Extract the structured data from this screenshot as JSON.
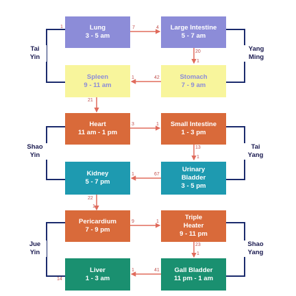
{
  "organs": {
    "lung": {
      "name": "Lung",
      "time": "3 - 5 am",
      "color": "#8c8cd8",
      "text": "#ffffff"
    },
    "large": {
      "name": "Large Intestine",
      "time": "5 - 7 am",
      "color": "#8c8cd8",
      "text": "#ffffff"
    },
    "spleen": {
      "name": "Spleen",
      "time": "9 - 11 am",
      "color": "#f8f59c",
      "text": "#8c8cd8"
    },
    "stomach": {
      "name": "Stomach",
      "time": "7 - 9 am",
      "color": "#f8f59c",
      "text": "#8c8cd8"
    },
    "heart": {
      "name": "Heart",
      "time": "11 am - 1 pm",
      "color": "#d96a3a",
      "text": "#ffffff"
    },
    "small": {
      "name": "Small Intestine",
      "time": "1 - 3 pm",
      "color": "#d96a3a",
      "text": "#ffffff"
    },
    "kidney": {
      "name": "Kidney",
      "time": "5 - 7 pm",
      "color": "#1e9ab0",
      "text": "#ffffff"
    },
    "urinary": {
      "name": "Urinary Bladder",
      "time": "3 - 5 pm",
      "color": "#1e9ab0",
      "text": "#ffffff"
    },
    "pericardium": {
      "name": "Pericardium",
      "time": "7 - 9 pm",
      "color": "#d96a3a",
      "text": "#ffffff"
    },
    "triple": {
      "name": "Triple Heater",
      "time": "9 - 11 pm",
      "color": "#d96a3a",
      "text": "#ffffff"
    },
    "liver": {
      "name": "Liver",
      "time": "1 - 3 am",
      "color": "#1a9070",
      "text": "#ffffff"
    },
    "gall": {
      "name": "Gall Bladder",
      "time": "11 pm - 1 am",
      "color": "#1a9070",
      "text": "#ffffff"
    }
  },
  "sides": {
    "tai_yin": "Tai Yin",
    "yang_ming": "Yang Ming",
    "shao_yin": "Shao Yin",
    "tai_yang": "Tai Yang",
    "jue_yin": "Jue Yin",
    "shao_yang": "Shao Yang"
  },
  "numbers": {
    "n1a": "1",
    "n7": "7",
    "n4": "4",
    "n20": "20",
    "n1b": "1",
    "n42": "42",
    "n1c": "1",
    "n21": "21",
    "n3": "3",
    "n1d": "1",
    "n13": "13",
    "n1e": "1",
    "n67": "67",
    "n1f": "1",
    "n22a": "22",
    "n1g": "1",
    "n9": "9",
    "n1h": "1",
    "n23": "23",
    "n1i": "1",
    "n41": "41",
    "n1j": "1",
    "n14": "14"
  },
  "colors": {
    "line": "#1a2a6c",
    "arrow": "#e06b5c"
  }
}
